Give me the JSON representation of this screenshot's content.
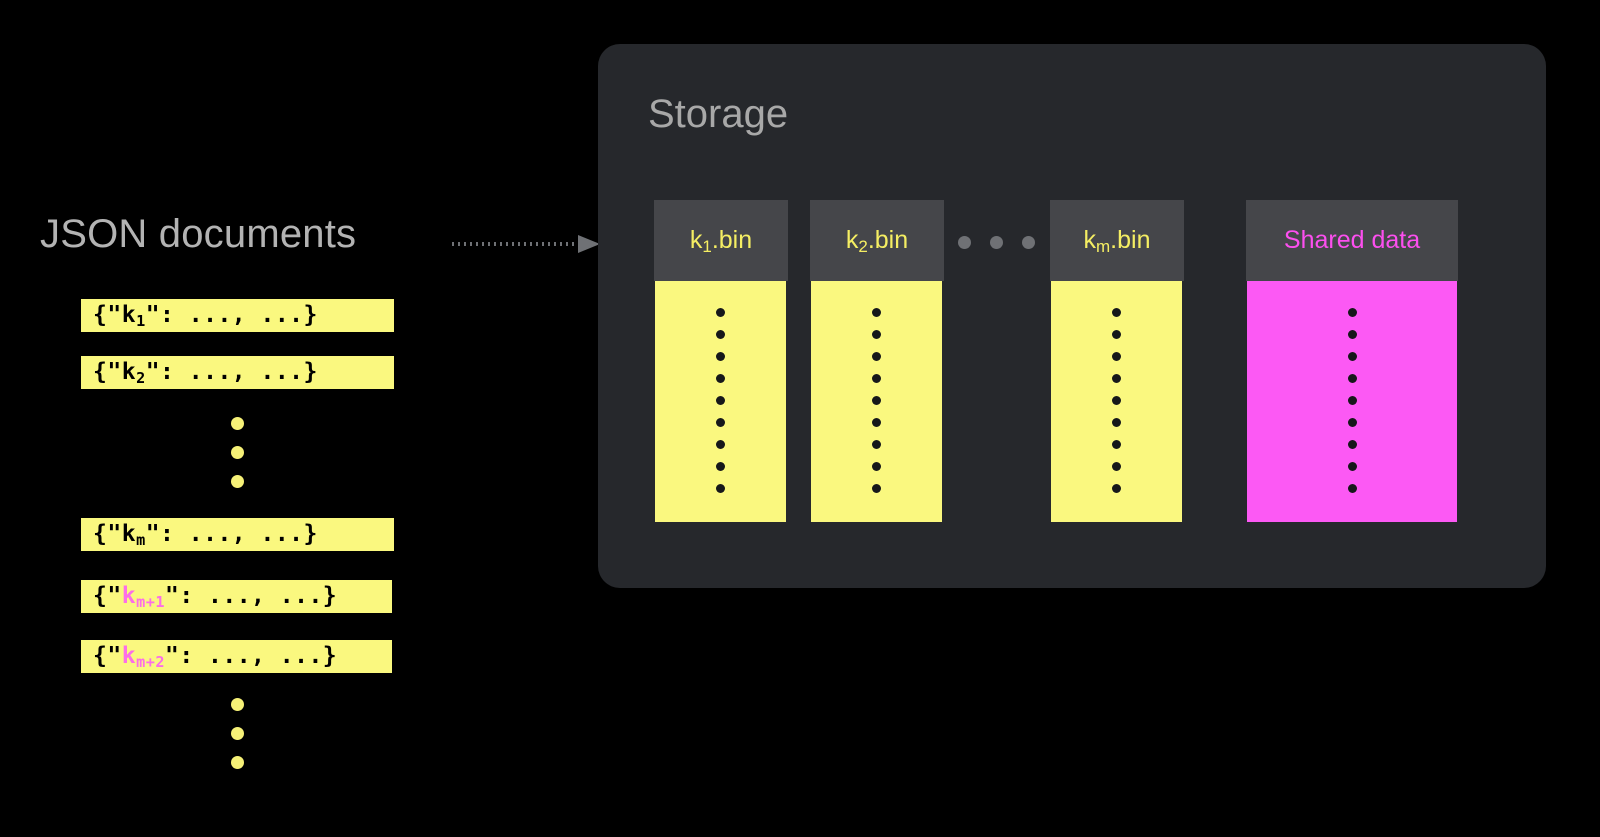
{
  "colors": {
    "background": "#000000",
    "panel": "#26282c",
    "bin_header": "#45464a",
    "yellow": "#faf87f",
    "yellow_text": "#f5ee63",
    "magenta": "#fc59f4",
    "magenta_text": "#fc4fef",
    "label_gray": "#b3b3b3",
    "dot_gray": "#6f7175"
  },
  "left": {
    "title": "JSON documents",
    "documents": [
      {
        "key": "k",
        "sub": "1",
        "key_color": "black",
        "text_before": "{\"",
        "text_after": "\": ...,  ...}"
      },
      {
        "key": "k",
        "sub": "2",
        "key_color": "black",
        "text_before": "{\"",
        "text_after": "\": ...,  ...}"
      },
      {
        "key": "k",
        "sub": "m",
        "key_color": "black",
        "text_before": "{\"",
        "text_after": "\": ...,  ...}"
      },
      {
        "key": "k",
        "sub": "m+1",
        "key_color": "magenta",
        "text_before": "{\"",
        "text_after": "\": ...,  ...}"
      },
      {
        "key": "k",
        "sub": "m+2",
        "key_color": "magenta",
        "text_before": "{\"",
        "text_after": "\": ...,  ...}"
      }
    ],
    "ellipsis_dot_count": 3
  },
  "arrow": {
    "name": "dotted-arrow",
    "style": "dotted",
    "color": "#6f7175",
    "direction": "right"
  },
  "storage": {
    "title": "Storage",
    "bins": [
      {
        "label_base": "k",
        "label_sub": "1",
        "label_suffix": ".bin",
        "variant": "yellow",
        "dot_count": 9
      },
      {
        "label_base": "k",
        "label_sub": "2",
        "label_suffix": ".bin",
        "variant": "yellow",
        "dot_count": 9
      },
      {
        "label_base": "k",
        "label_sub": "m",
        "label_suffix": ".bin",
        "variant": "yellow",
        "dot_count": 9
      },
      {
        "label_base": "Shared data",
        "label_sub": "",
        "label_suffix": "",
        "variant": "magenta",
        "dot_count": 9
      }
    ],
    "bins_ellipsis_dot_count": 3
  }
}
